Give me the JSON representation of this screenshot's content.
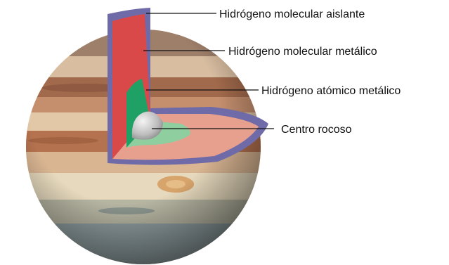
{
  "labels": {
    "outer_layer": "Hidrógeno molecular aislante",
    "second_layer": "Hidrógeno molecular metálico",
    "third_layer": "Hidrógeno atómico metálico",
    "core": "Centro rocoso"
  },
  "colors": {
    "outer_layer": "#6f6aa8",
    "second_layer_front": "#d9494a",
    "second_layer_top": "#e8a08e",
    "third_layer_front": "#1fa065",
    "third_layer_top": "#8fcf9f",
    "core": "#c9c9c9",
    "leader_line": "#111111"
  }
}
